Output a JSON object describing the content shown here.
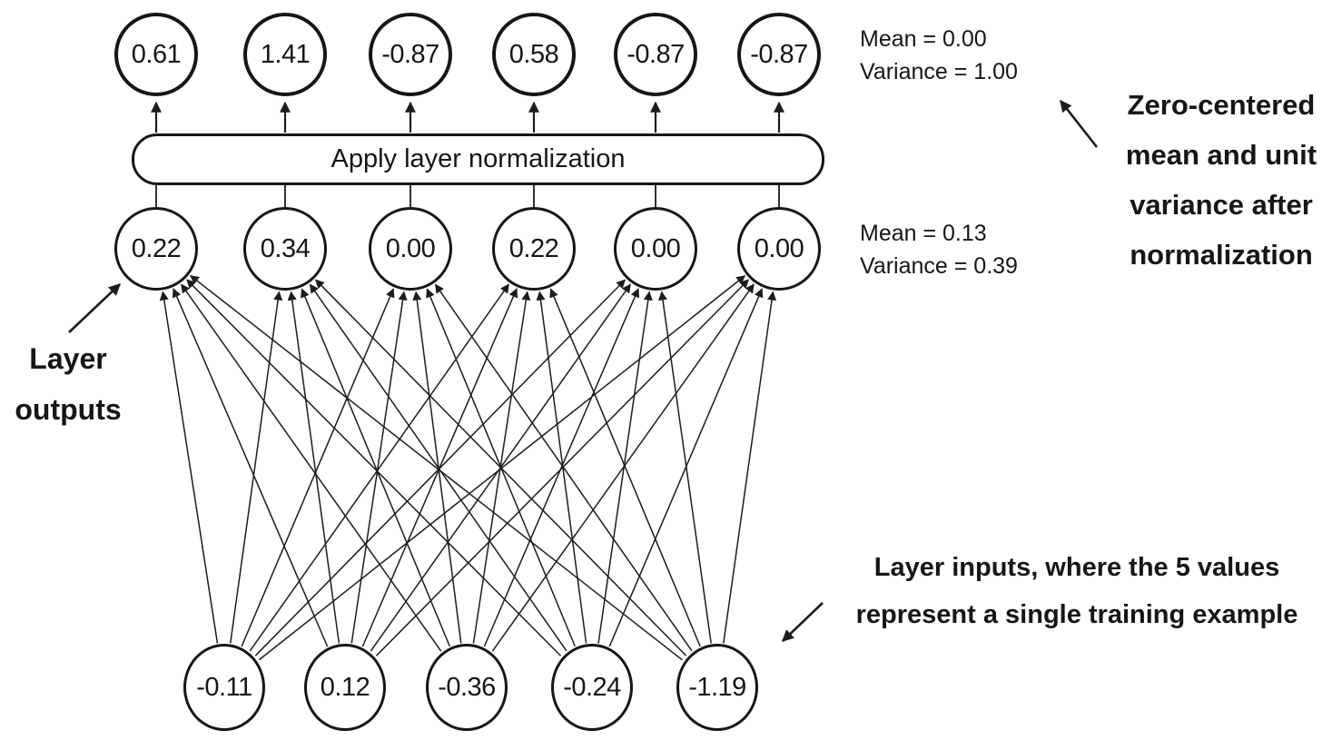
{
  "diagram": {
    "box_label": "Apply layer normalization",
    "output_layer": {
      "values": [
        "0.61",
        "1.41",
        "-0.87",
        "0.58",
        "-0.87",
        "-0.87"
      ]
    },
    "hidden_layer": {
      "values": [
        "0.22",
        "0.34",
        "0.00",
        "0.22",
        "0.00",
        "0.00"
      ]
    },
    "input_layer": {
      "values": [
        "-0.11",
        "0.12",
        "-0.36",
        "-0.24",
        "-1.19"
      ]
    },
    "stats": {
      "after_norm": {
        "mean": "Mean = 0.00",
        "variance": "Variance = 1.00"
      },
      "before_norm": {
        "mean": "Mean = 0.13",
        "variance": "Variance = 0.39"
      }
    },
    "annotations": {
      "right": {
        "lines": [
          "Zero-centered",
          "mean and unit",
          "variance after",
          "normalization"
        ]
      },
      "left": {
        "lines": [
          "Layer",
          "outputs"
        ]
      },
      "bottom": {
        "lines": [
          "Layer inputs, where the 5 values",
          "represent a single training example"
        ]
      }
    },
    "colors": {
      "stroke": "#1c1c1c",
      "background": "#ffffff",
      "text": "#161616"
    }
  }
}
